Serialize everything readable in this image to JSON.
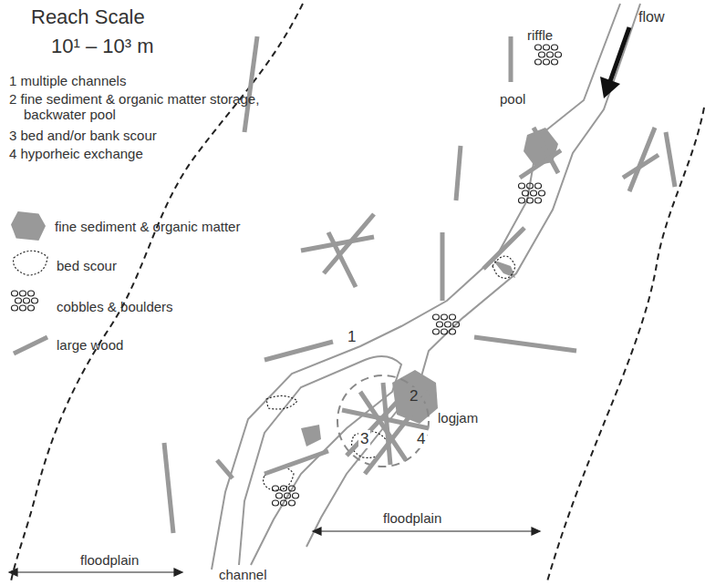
{
  "diagram": {
    "title": "Reach Scale",
    "labels": [
      "10¹ – 10³ m",
      "1 multiple channels",
      "2 fine sediment & organic matter storage, backwater pool",
      "3 bed and/or bank scour",
      "4 hyporheic exchange",
      "flow",
      "riffle",
      "pool",
      "1",
      "2",
      "3",
      "4",
      "logjam",
      "floodplain",
      "floodplain",
      "channel"
    ],
    "legend": [
      {
        "text": "fine sediment & organic matter",
        "color": "#999999"
      },
      {
        "text": "bed scour"
      },
      {
        "text": "cobbles & boulders"
      },
      {
        "text": "large wood"
      }
    ]
  }
}
